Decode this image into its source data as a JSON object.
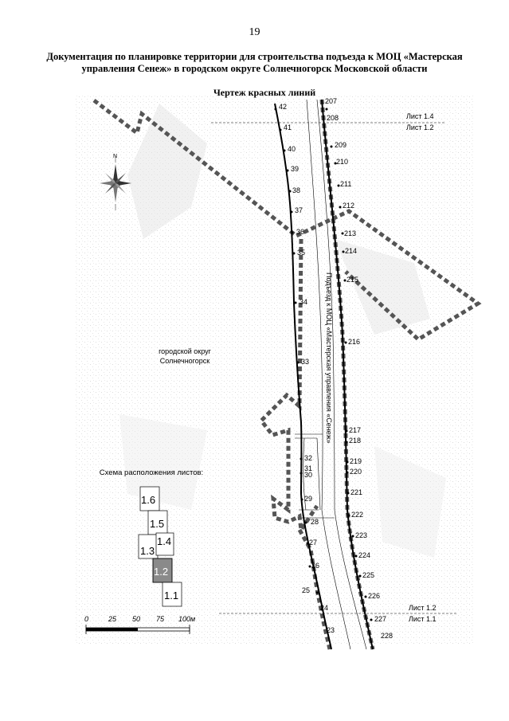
{
  "page_number": "19",
  "title_line1": "Документация по планировке территории для строительства подъезда к МОЦ «Мастерская",
  "title_line2": "управления Сенеж» в городском округе Солнечногорск Московской области",
  "drawing_title": "Чертеж красных линий",
  "sheet_top_a": "Лист 1.4",
  "sheet_top_b": "Лист 1.2",
  "sheet_bottom_a": "Лист 1.2",
  "sheet_bottom_b": "Лист 1.1",
  "district_line1": "городской округ",
  "district_line2": "Солнечногорск",
  "road_label": "Подъезд к МОЦ «Мастерская управления «Сенеж»",
  "north": "N",
  "scheme_title": "Схема расположения листов:",
  "sheets": [
    "1.6",
    "1.5",
    "1.3",
    "1.4",
    "1.2",
    "1.1"
  ],
  "highlight_sheet": "1.2",
  "highlight_color": "#8a8a8a",
  "scale_labels": [
    "0",
    "25",
    "50",
    "75",
    "100м"
  ],
  "left_line_points": [
    "42",
    "41",
    "40",
    "39",
    "38",
    "37",
    "36",
    "35",
    "34",
    "33",
    "32",
    "31",
    "30",
    "29",
    "28",
    "27",
    "26",
    "25",
    "24",
    "23"
  ],
  "right_line_points": [
    "207",
    "208",
    "209",
    "210",
    "211",
    "212",
    "213",
    "214",
    "215",
    "216",
    "217",
    "218",
    "219",
    "220",
    "221",
    "222",
    "223",
    "224",
    "225",
    "226",
    "227",
    "228"
  ]
}
